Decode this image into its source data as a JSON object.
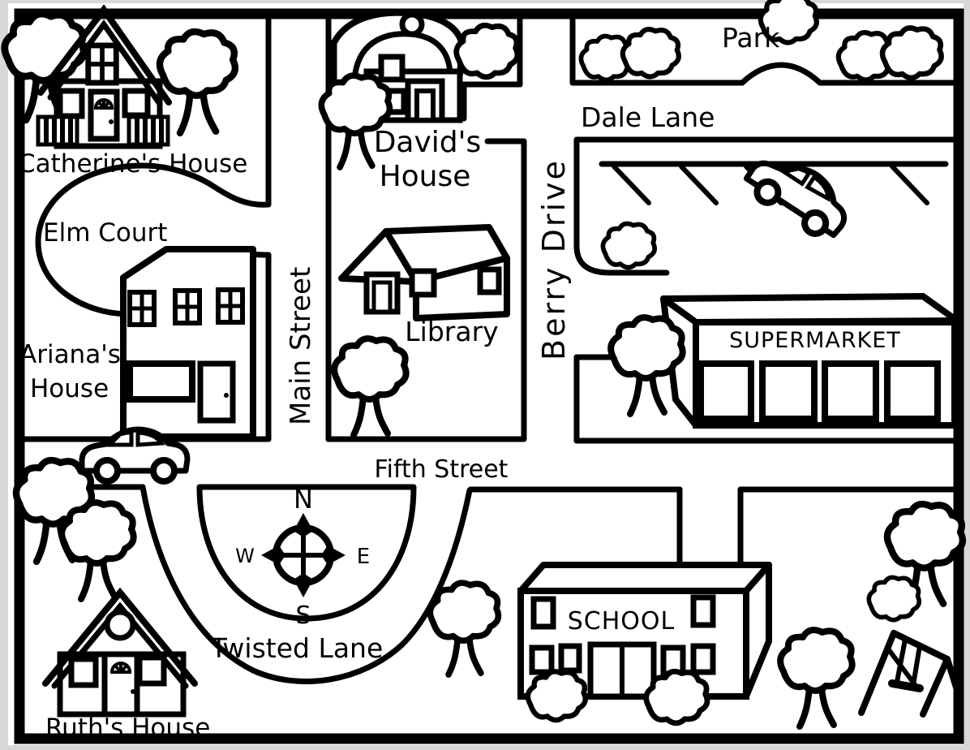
{
  "map": {
    "title": "Neighborhood street map",
    "ink_color": "#000000",
    "paper_color": "#ffffff",
    "margin_color": "#d8d8d8"
  },
  "labels": {
    "catherines_house": "Catherine's House",
    "elm_court": "Elm Court",
    "arianas_house_line1": "Ariana's",
    "arianas_house_line2": "House",
    "main_street": "Main Street",
    "davids_house_line1": "David's",
    "davids_house_line2": "House",
    "library": "Library",
    "park": "Park",
    "dale_lane": "Dale Lane",
    "berry_drive": "Berry Drive",
    "supermarket": "SUPERMARKET",
    "fifth_street": "Fifth Street",
    "twisted_lane": "Twisted Lane",
    "ruths_house": "Ruth's House",
    "school": "SCHOOL",
    "compass_n": "N",
    "compass_s": "S",
    "compass_e": "E",
    "compass_w": "W"
  }
}
